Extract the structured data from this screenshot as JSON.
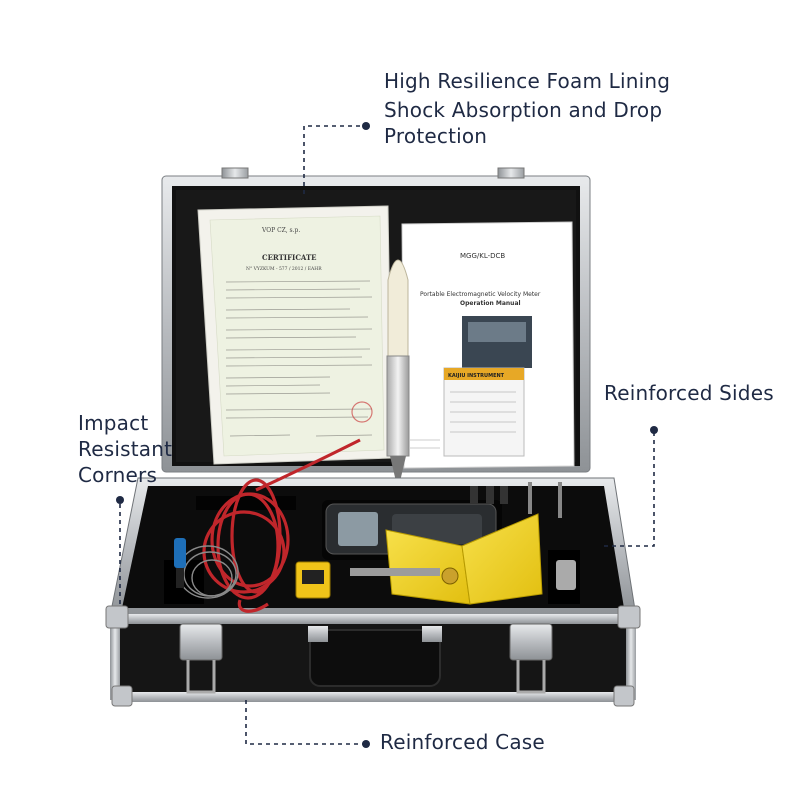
{
  "callouts": {
    "foam_lining": "High Resilience Foam Lining",
    "shock_absorption": "Shock Absorption and Drop Protection",
    "reinforced_sides": "Reinforced Sides",
    "impact_corners": "Impact Resistant Corners",
    "reinforced_case": "Reinforced Case"
  },
  "certificate": {
    "issuer": "VOP CZ, s.p.",
    "title": "CERTIFICATE",
    "number": "N° VYZKUM - 577 / 2012 / EAHR"
  },
  "manual": {
    "model": "MGG/KL-DCB",
    "title": "Portable Electromagnetic Velocity Meter",
    "subtitle": "Operation Manual",
    "card_brand": "KAIJIU INSTRUMENT"
  },
  "colors": {
    "case_black": "#141414",
    "aluminum": "#c9ccd0",
    "impeller_yellow": "#f2d21c",
    "cable_red": "#c0262b",
    "callout_navy": "#1f2a44"
  }
}
